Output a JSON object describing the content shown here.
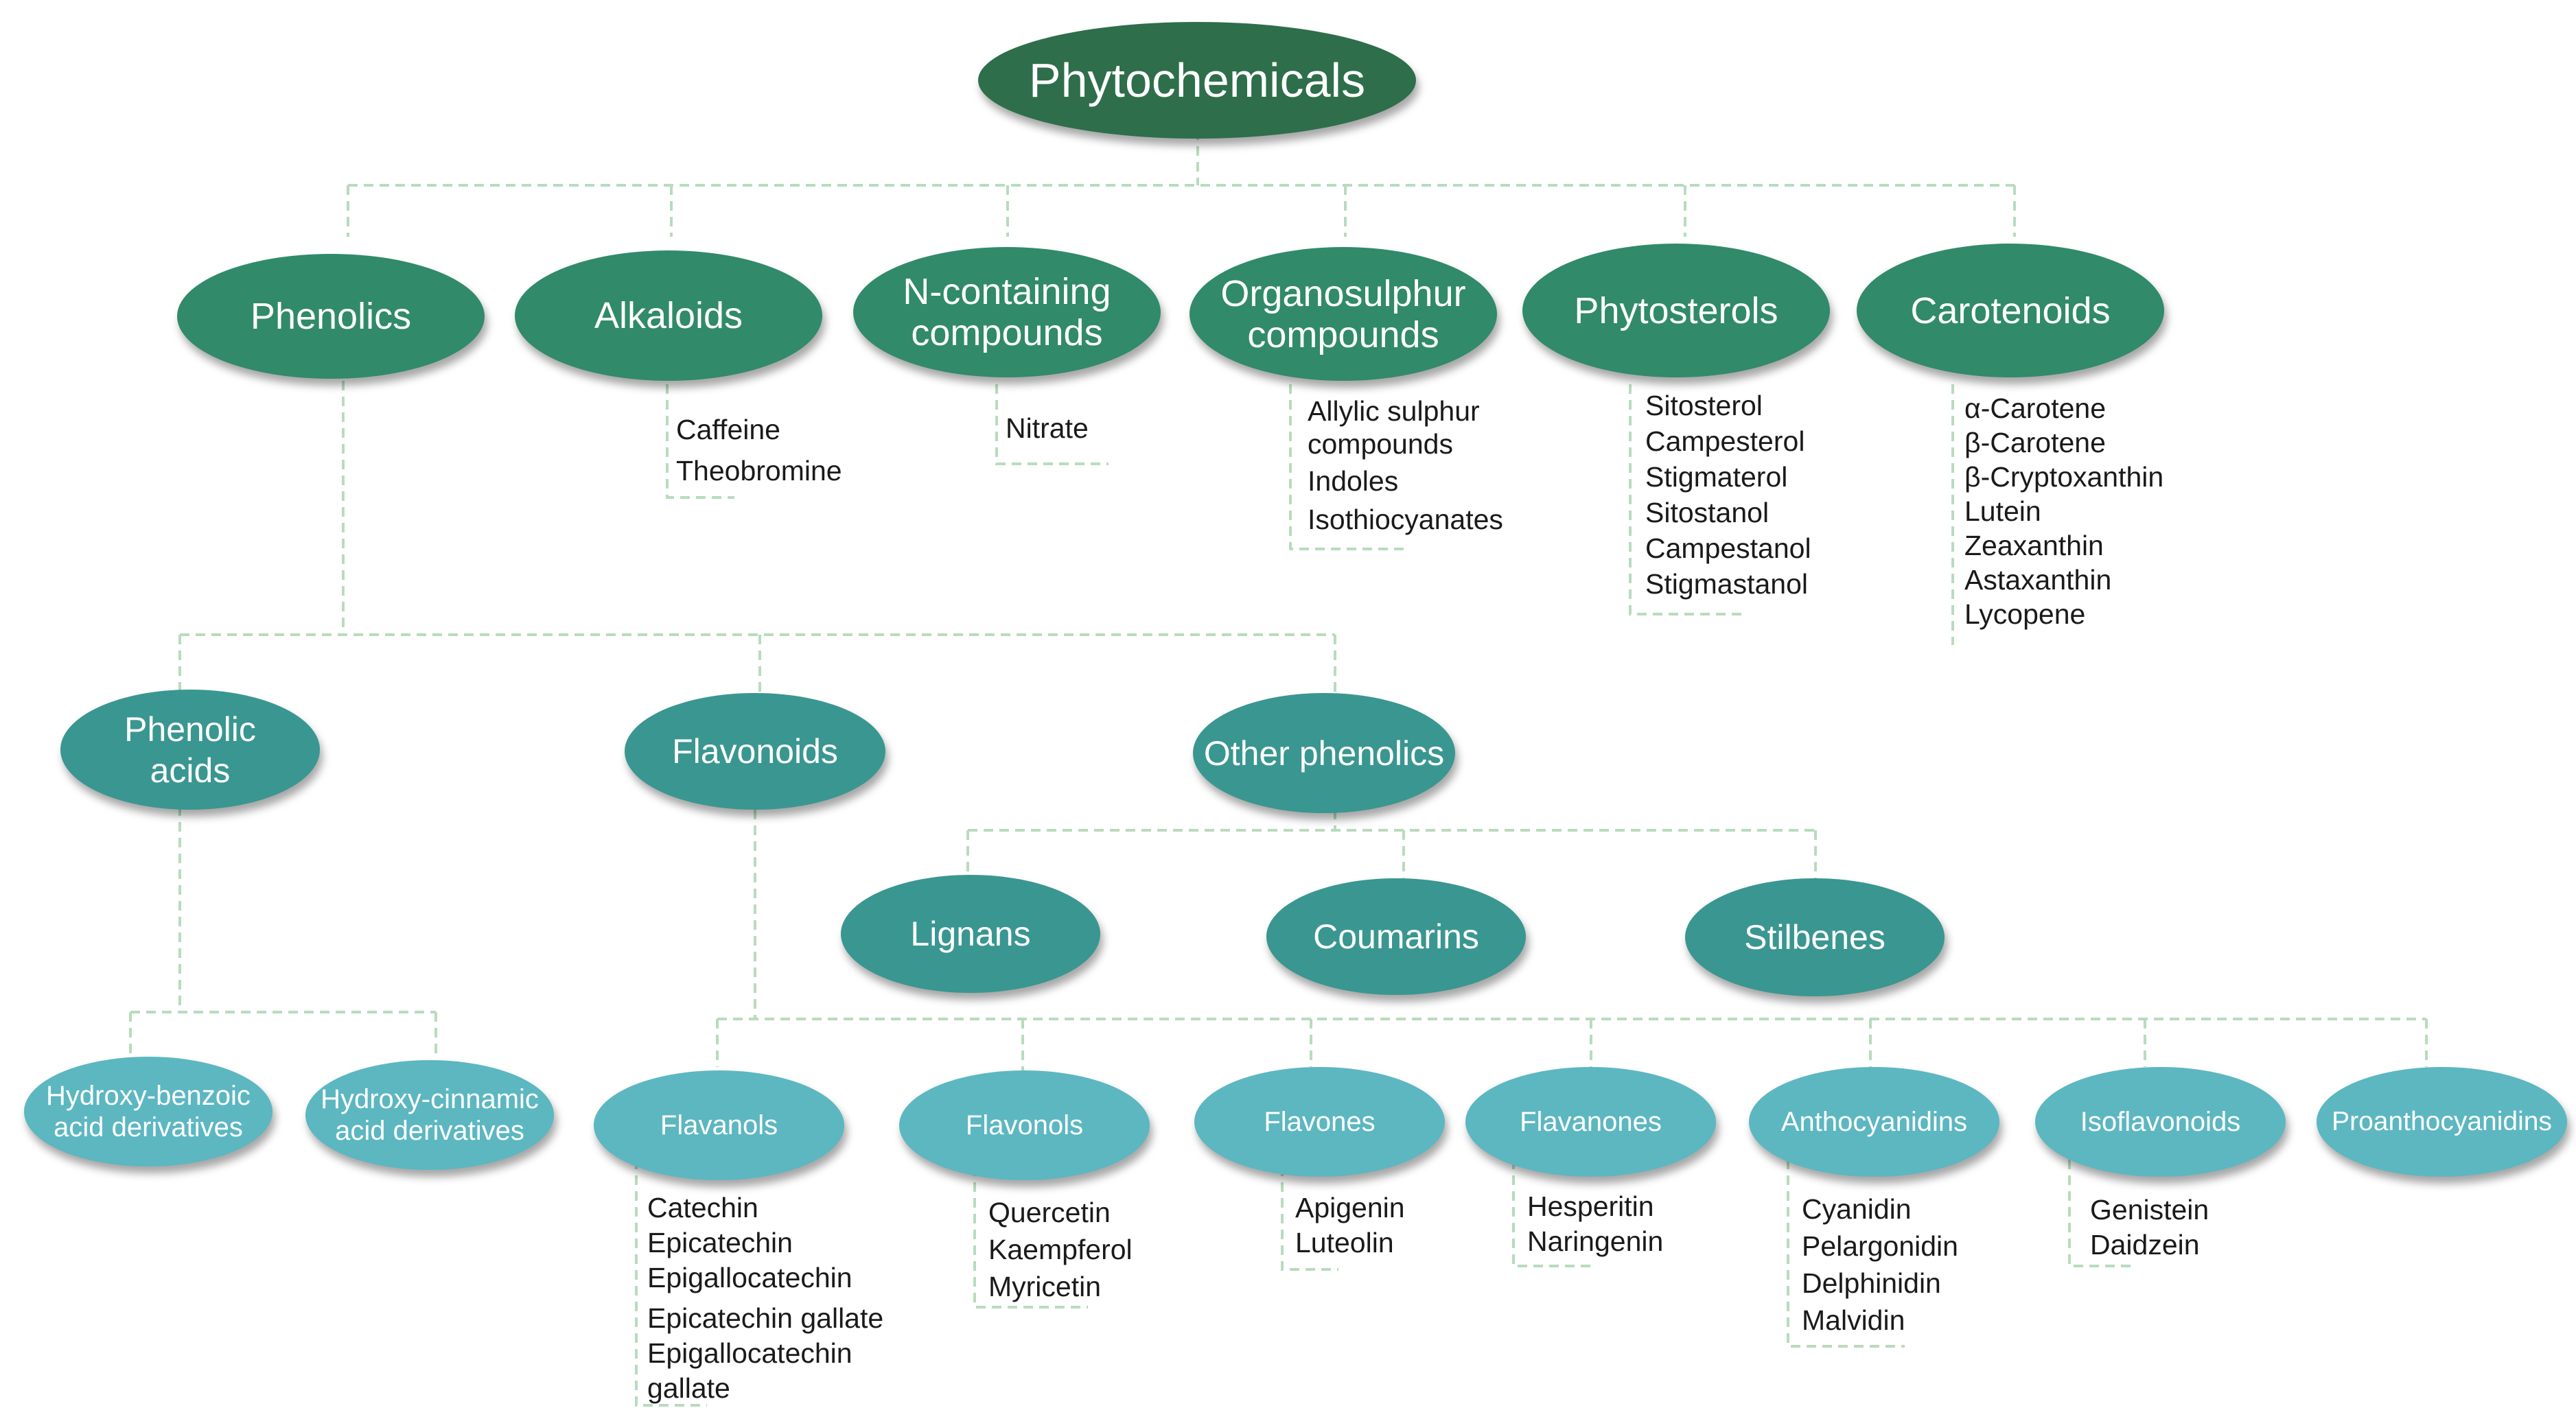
{
  "root": {
    "label": "Phytochemicals"
  },
  "classes": {
    "phenolics": "Phenolics",
    "alkaloids": "Alkaloids",
    "n_containing": "N-containing\ncompounds",
    "organosulphur": "Organosulphur\ncompounds",
    "phytosterols": "Phytosterols",
    "carotenoids": "Carotenoids"
  },
  "phenolic_groups": {
    "phenolic_acids": "Phenolic\nacids",
    "flavonoids": "Flavonoids",
    "other_phenolics": "Other phenolics"
  },
  "other_phenolics": {
    "lignans": "Lignans",
    "coumarins": "Coumarins",
    "stilbenes": "Stilbenes"
  },
  "phenolic_acid_types": {
    "hydroxybenzoic": "Hydroxy-benzoic\nacid derivatives",
    "hydroxycinnamic": "Hydroxy-cinnamic\nacid derivatives"
  },
  "flavonoid_types": {
    "flavanols": "Flavanols",
    "flavonols": "Flavonols",
    "flavones": "Flavones",
    "flavanones": "Flavanones",
    "anthocyanidins": "Anthocyanidins",
    "isoflavonoids": "Isoflavonoids",
    "proanthocyanidins": "Proanthocyanidins"
  },
  "examples": {
    "alkaloids": [
      "Caffeine",
      "Theobromine"
    ],
    "n_containing": [
      "Nitrate"
    ],
    "organosulphur": [
      "Allylic sulphur\ncompounds",
      "Indoles",
      "Isothiocyanates"
    ],
    "phytosterols": [
      "Sitosterol",
      "Campesterol",
      "Stigmaterol",
      "Sitostanol",
      "Campestanol",
      "Stigmastanol"
    ],
    "carotenoids": [
      "α-Carotene",
      "β-Carotene",
      "β-Cryptoxanthin",
      "Lutein",
      "Zeaxanthin",
      "Astaxanthin",
      "Lycopene"
    ],
    "flavanols": [
      "Catechin",
      "Epicatechin",
      "Epigallocatechin",
      "Epicatechin gallate",
      "Epigallocatechin\n   gallate"
    ],
    "flavonols": [
      "Quercetin",
      "Kaempferol",
      "Myricetin"
    ],
    "flavones": [
      "Apigenin",
      "Luteolin"
    ],
    "flavanones": [
      "Hesperitin",
      "Naringenin"
    ],
    "anthocyanidins": [
      "Cyanidin",
      "Pelargonidin",
      "Delphinidin",
      "Malvidin"
    ],
    "isoflavonoids": [
      "Genistein",
      "Daidzein"
    ]
  },
  "colors": {
    "root": "#2e6e4b",
    "class": "#318a6a",
    "group": "#3a9690",
    "subtype": "#5cb7c1",
    "connector": "#b7dcbc"
  }
}
